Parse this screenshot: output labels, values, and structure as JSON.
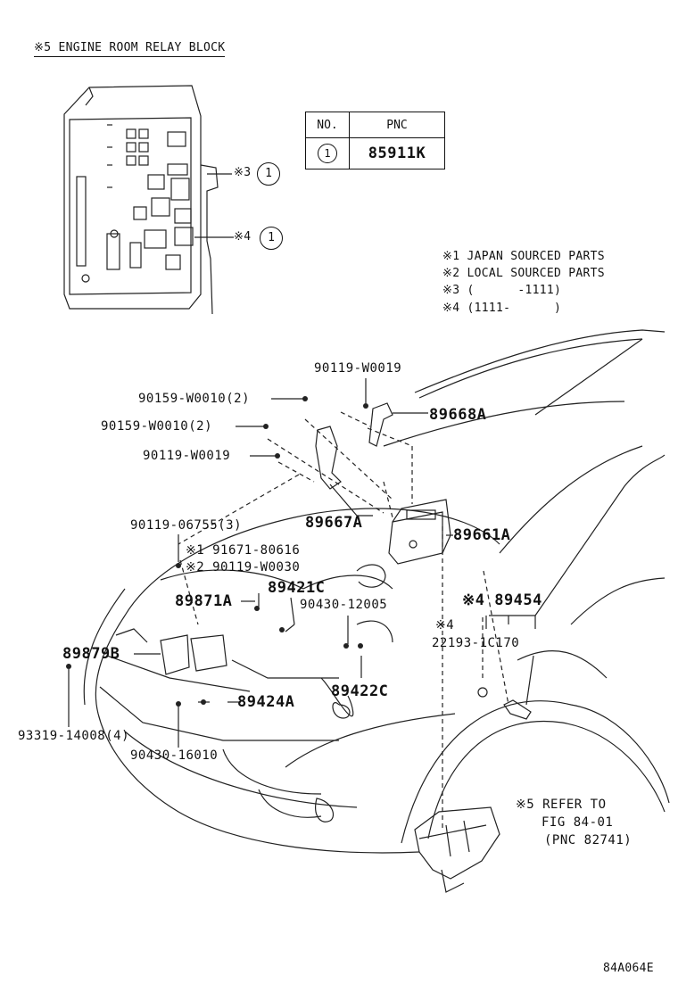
{
  "relay_block": {
    "title": "※5 ENGINE ROOM RELAY BLOCK",
    "callout_3": "※3",
    "callout_4": "※4",
    "circle_3": "1",
    "circle_4": "1"
  },
  "pnc_table": {
    "header_no": "NO.",
    "header_pnc": "PNC",
    "row_no": "1",
    "row_pnc": "85911K"
  },
  "notes": [
    "※1 JAPAN SOURCED PARTS",
    "※2 LOCAL SOURCED PARTS",
    "※3 (      -1111)",
    "※4 (1111-      )"
  ],
  "parts": {
    "p1": "90119-W0019",
    "p2": "90159-W0010(2)",
    "p3": "89668A",
    "p4": "90159-W0010(2)",
    "p5": "90119-W0019",
    "p6": "89667A",
    "p7": "89661A",
    "p8": "90119-06755(3)",
    "p9": "※1 91671-80616",
    "p10": "※2 90119-W0030",
    "p11": "89421C",
    "p12": "89871A",
    "p13": "90430-12005",
    "p14": "※4 89454",
    "p15": "※4",
    "p16": "22193-1C170",
    "p17": "89879B",
    "p18": "89422C",
    "p19": "89424A",
    "p20": "93319-14008(4)",
    "p21": "90430-16010",
    "p22": "※5 REFER TO",
    "p23": "FIG 84-01",
    "p24": "(PNC 82741)"
  },
  "figure_code": "84A064E"
}
